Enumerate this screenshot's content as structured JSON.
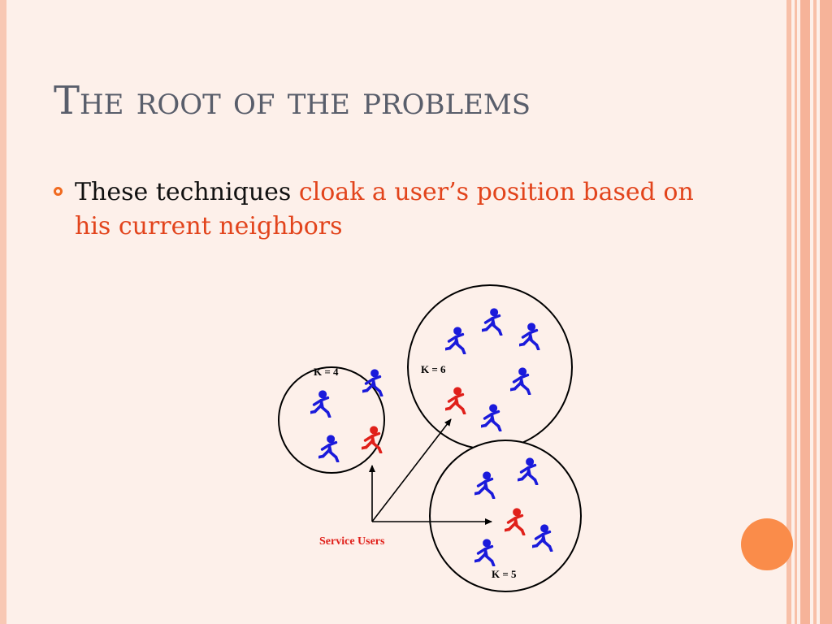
{
  "slide": {
    "title": "The root of the problems",
    "bullet": {
      "text_plain": "These techniques ",
      "text_highlight": "cloak a user’s position based on his current neighbors"
    }
  },
  "diagram": {
    "clusters": [
      {
        "label": "K = 4"
      },
      {
        "label": "K = 6"
      },
      {
        "label": "K = 5"
      }
    ],
    "source_label": "Service Users"
  },
  "colors": {
    "background": "#fdf0ea",
    "title": "#595e6b",
    "accent": "#e2441c",
    "bullet": "#f06a1f",
    "user_blue": "#1a1adb",
    "user_red": "#e0201a",
    "decor_dot": "#fa8c4a"
  },
  "icons": {
    "bullet": "hollow-circle-bullet-icon",
    "user": "running-person-icon"
  }
}
